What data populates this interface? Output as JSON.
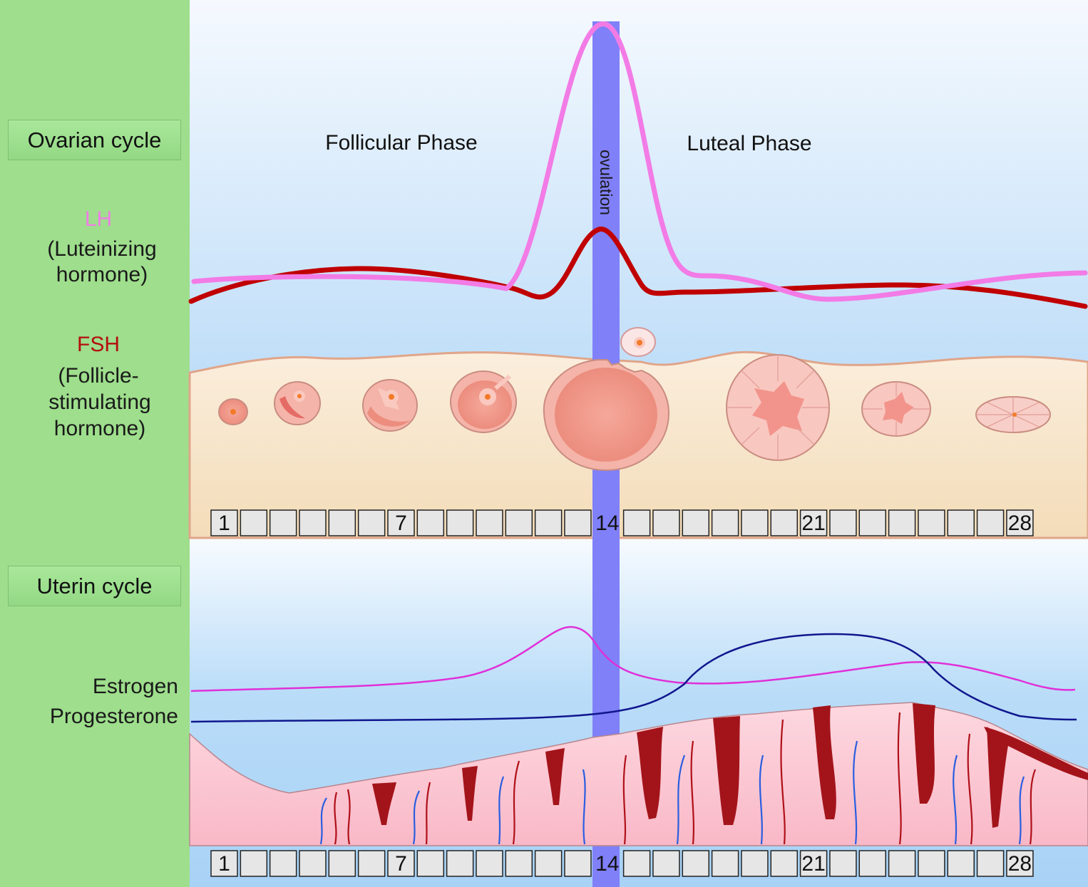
{
  "sidebar": {
    "ovarian_title": "Ovarian cycle",
    "lh_abbr": "LH",
    "lh_full": [
      "(Luteinizing",
      "hormone)"
    ],
    "fsh_abbr": "FSH",
    "fsh_full": [
      "(Follicle-",
      "stimulating",
      "hormone)"
    ],
    "uterine_title": "Uterin cycle",
    "estrogen_label": "Estrogen",
    "progesterone_label": "Progesterone"
  },
  "phases": {
    "follicular": "Follicular Phase",
    "luteal": "Luteal Phase",
    "ovulation": "ovulation"
  },
  "day_scale": {
    "count": 28,
    "labels": {
      "1": "1",
      "7": "7",
      "14": "14",
      "21": "21",
      "28": "28"
    }
  },
  "colors": {
    "lh": "#f27be6",
    "fsh": "#c00000",
    "estrogen": "#e030d8",
    "progesterone": "#10168e",
    "ovulation_band": "#8080f8",
    "sidebar": "#9ede8c"
  }
}
